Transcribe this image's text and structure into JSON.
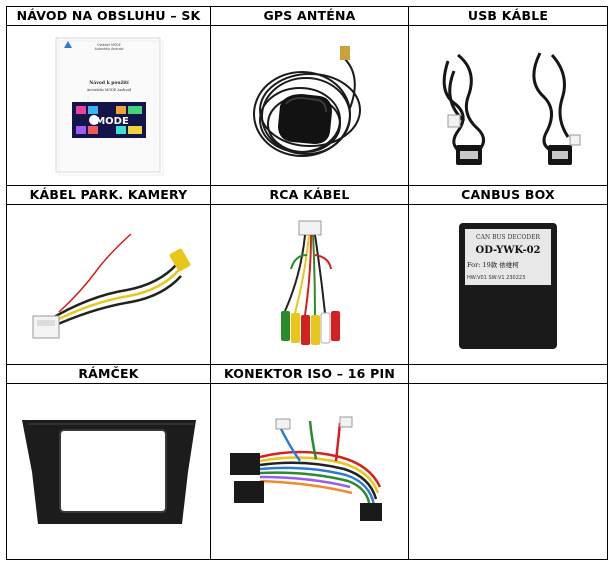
{
  "rows": [
    [
      {
        "label": "NÁVOD NA OBSLUHU – SK",
        "image": "manual-icon"
      },
      {
        "label": "GPS ANTÉNA",
        "image": "gps-antenna-icon"
      },
      {
        "label": "USB KÁBLE",
        "image": "usb-cables-icon"
      }
    ],
    [
      {
        "label": "KÁBEL PARK. KAMERY",
        "image": "camera-cable-icon"
      },
      {
        "label": "RCA KÁBEL",
        "image": "rca-cable-icon"
      },
      {
        "label": "CANBUS BOX",
        "image": "canbus-box-icon"
      }
    ],
    [
      {
        "label": "RÁMČEK",
        "image": "frame-icon"
      },
      {
        "label": "KONEKTOR ISO – 16 PIN",
        "image": "iso-connector-icon"
      },
      {
        "label": "",
        "image": ""
      }
    ]
  ],
  "manual": {
    "header_line1": "Ovládač MODE",
    "header_line2": "Autorádio Android",
    "title": "Návod k použití",
    "subtitle": "Autorádio MODE Android",
    "logo": "MODE"
  },
  "canbus": {
    "line1": "CAN BUS DECODER",
    "line2": "OD-YWK-02",
    "line3": "For: 19款 依维柯",
    "line4": "HW:V01   SW:V1 230223"
  }
}
